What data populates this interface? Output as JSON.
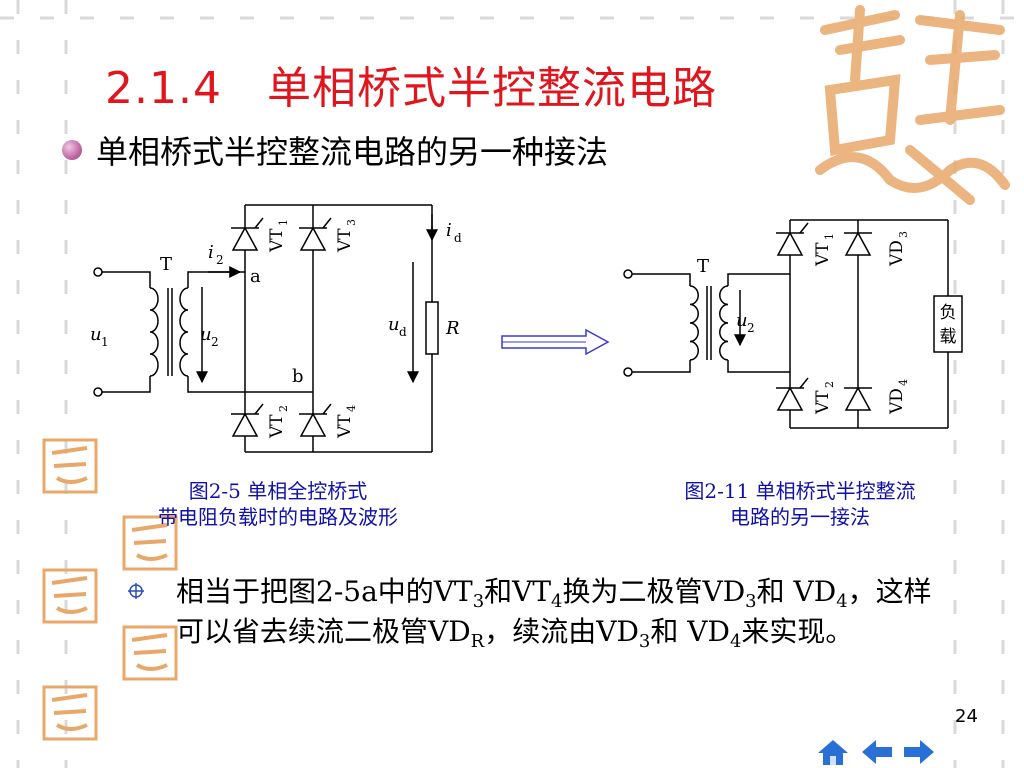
{
  "slide": {
    "title": "2.1.4　单相桥式半控整流电路",
    "bullet": "单相桥式半控整流电路的另一种接法",
    "page_number": "24"
  },
  "figure_left": {
    "labels": {
      "T": "T",
      "i2": "i",
      "i2_sub": "2",
      "a": "a",
      "b": "b",
      "u1": "u",
      "u1_sub": "1",
      "u2": "u",
      "u2_sub": "2",
      "id": "i",
      "id_sub": "d",
      "ud": "u",
      "ud_sub": "d",
      "R": "R",
      "VT1": "VT",
      "VT1_sub": "1",
      "VT3": "VT",
      "VT3_sub": "3",
      "VT2": "VT",
      "VT2_sub": "2",
      "VT4": "VT",
      "VT4_sub": "4"
    },
    "caption_line1": "图2-5  单相全控桥式",
    "caption_line2": "带电阻负载时的电路及波形"
  },
  "figure_right": {
    "labels": {
      "T": "T",
      "u2": "u",
      "u2_sub": "2",
      "VT1": "VT",
      "VT1_sub": "1",
      "VD3": "VD",
      "VD3_sub": "3",
      "VT2": "VT",
      "VT2_sub": "2",
      "VD4": "VD",
      "VD4_sub": "4",
      "load_line1": "负",
      "load_line2": "载"
    },
    "caption_line1": "图2-11  单相桥式半控整流",
    "caption_line2": "电路的另一接法"
  },
  "paragraph": {
    "p1": "相当于把图2-5a中的VT",
    "s1": "3",
    "p2": "和VT",
    "s2": "4",
    "p3": "换为二极管VD",
    "s3": "3",
    "p4": "和 VD",
    "s4": "4",
    "p5": "，这样可以省去续流二极管VD",
    "s5": "R",
    "p6": "，续流由VD",
    "s6": "3",
    "p7": "和 VD",
    "s7": "4",
    "p8": "来实现。"
  },
  "nav_icons": [
    "home-icon",
    "arrow-left-icon",
    "arrow-right-icon"
  ],
  "colors": {
    "title": "#e0161e",
    "caption": "#1111aa",
    "nav": "#2a6fd6",
    "watermark": "#e8a86a"
  }
}
